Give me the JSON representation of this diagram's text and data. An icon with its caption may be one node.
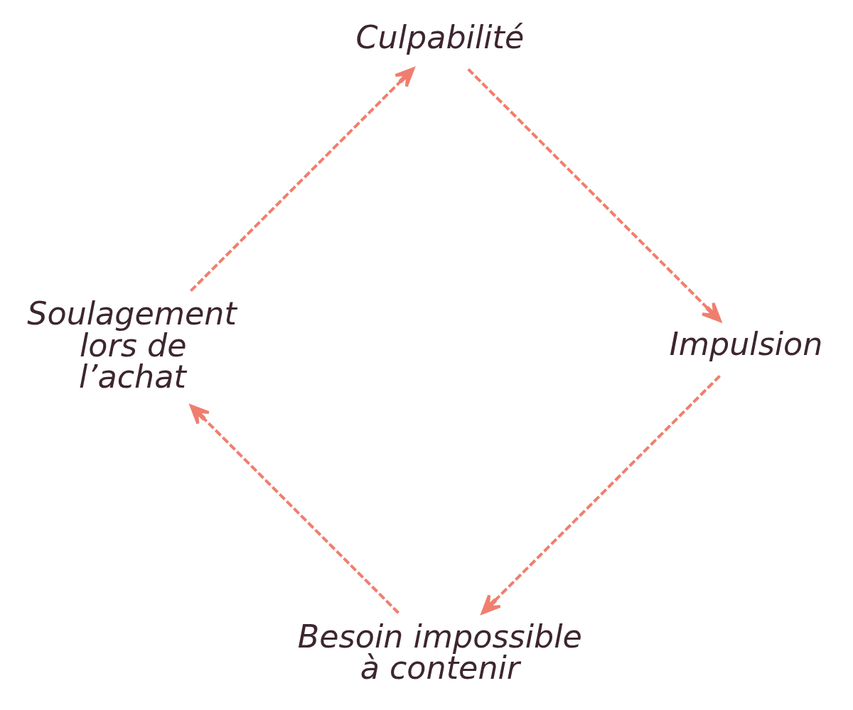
{
  "diagram": {
    "nodes": [
      {
        "text": [
          "Besoin impossible à contenir"
        ]
      },
      {
        "text": [
          "Soulagement lors de l’achat"
        ]
      },
      {
        "text": [
          "Culpabilité"
        ]
      },
      {
        "text": [
          "Impulsion"
        ]
      }
    ],
    "edges": [
      {
        "from": 0,
        "to": 1,
        "arrow": "to",
        "style": "dashed",
        "color": "#f07e6e"
      },
      {
        "from": 1,
        "to": 2,
        "arrow": "to",
        "style": "dashed",
        "color": "#f07e6e"
      },
      {
        "from": 2,
        "to": 3,
        "arrow": "to",
        "style": "dashed",
        "color": "#f07e6e"
      },
      {
        "from": 3,
        "to": 0,
        "arrow": "to",
        "style": "dashed",
        "color": "#f07e6e"
      }
    ]
  }
}
